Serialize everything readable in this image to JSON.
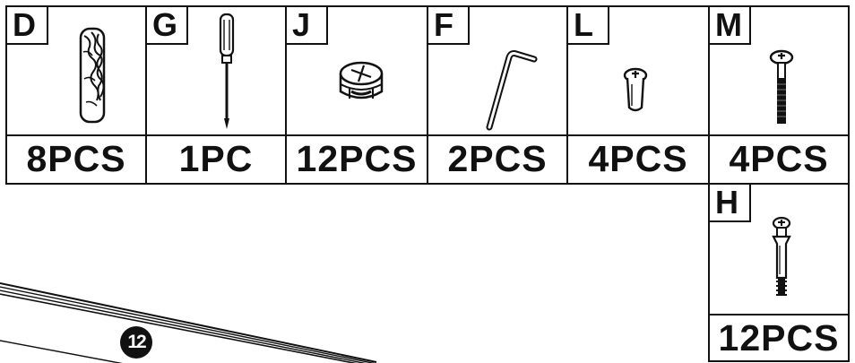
{
  "parts": [
    {
      "letter": "D",
      "quantity": "8PCS",
      "icon": "wooden-dowel-icon"
    },
    {
      "letter": "G",
      "quantity": "1PC",
      "icon": "screwdriver-icon"
    },
    {
      "letter": "J",
      "quantity": "12PCS",
      "icon": "cam-lock-icon"
    },
    {
      "letter": "F",
      "quantity": "2PCS",
      "icon": "allen-key-icon"
    },
    {
      "letter": "L",
      "quantity": "4PCS",
      "icon": "short-screw-icon"
    },
    {
      "letter": "M",
      "quantity": "4PCS",
      "icon": "long-screw-icon"
    },
    {
      "letter": "H",
      "quantity": "12PCS",
      "icon": "cam-bolt-icon"
    }
  ],
  "step_badge": "12",
  "colors": {
    "ink": "#111111",
    "paper": "#ffffff"
  }
}
